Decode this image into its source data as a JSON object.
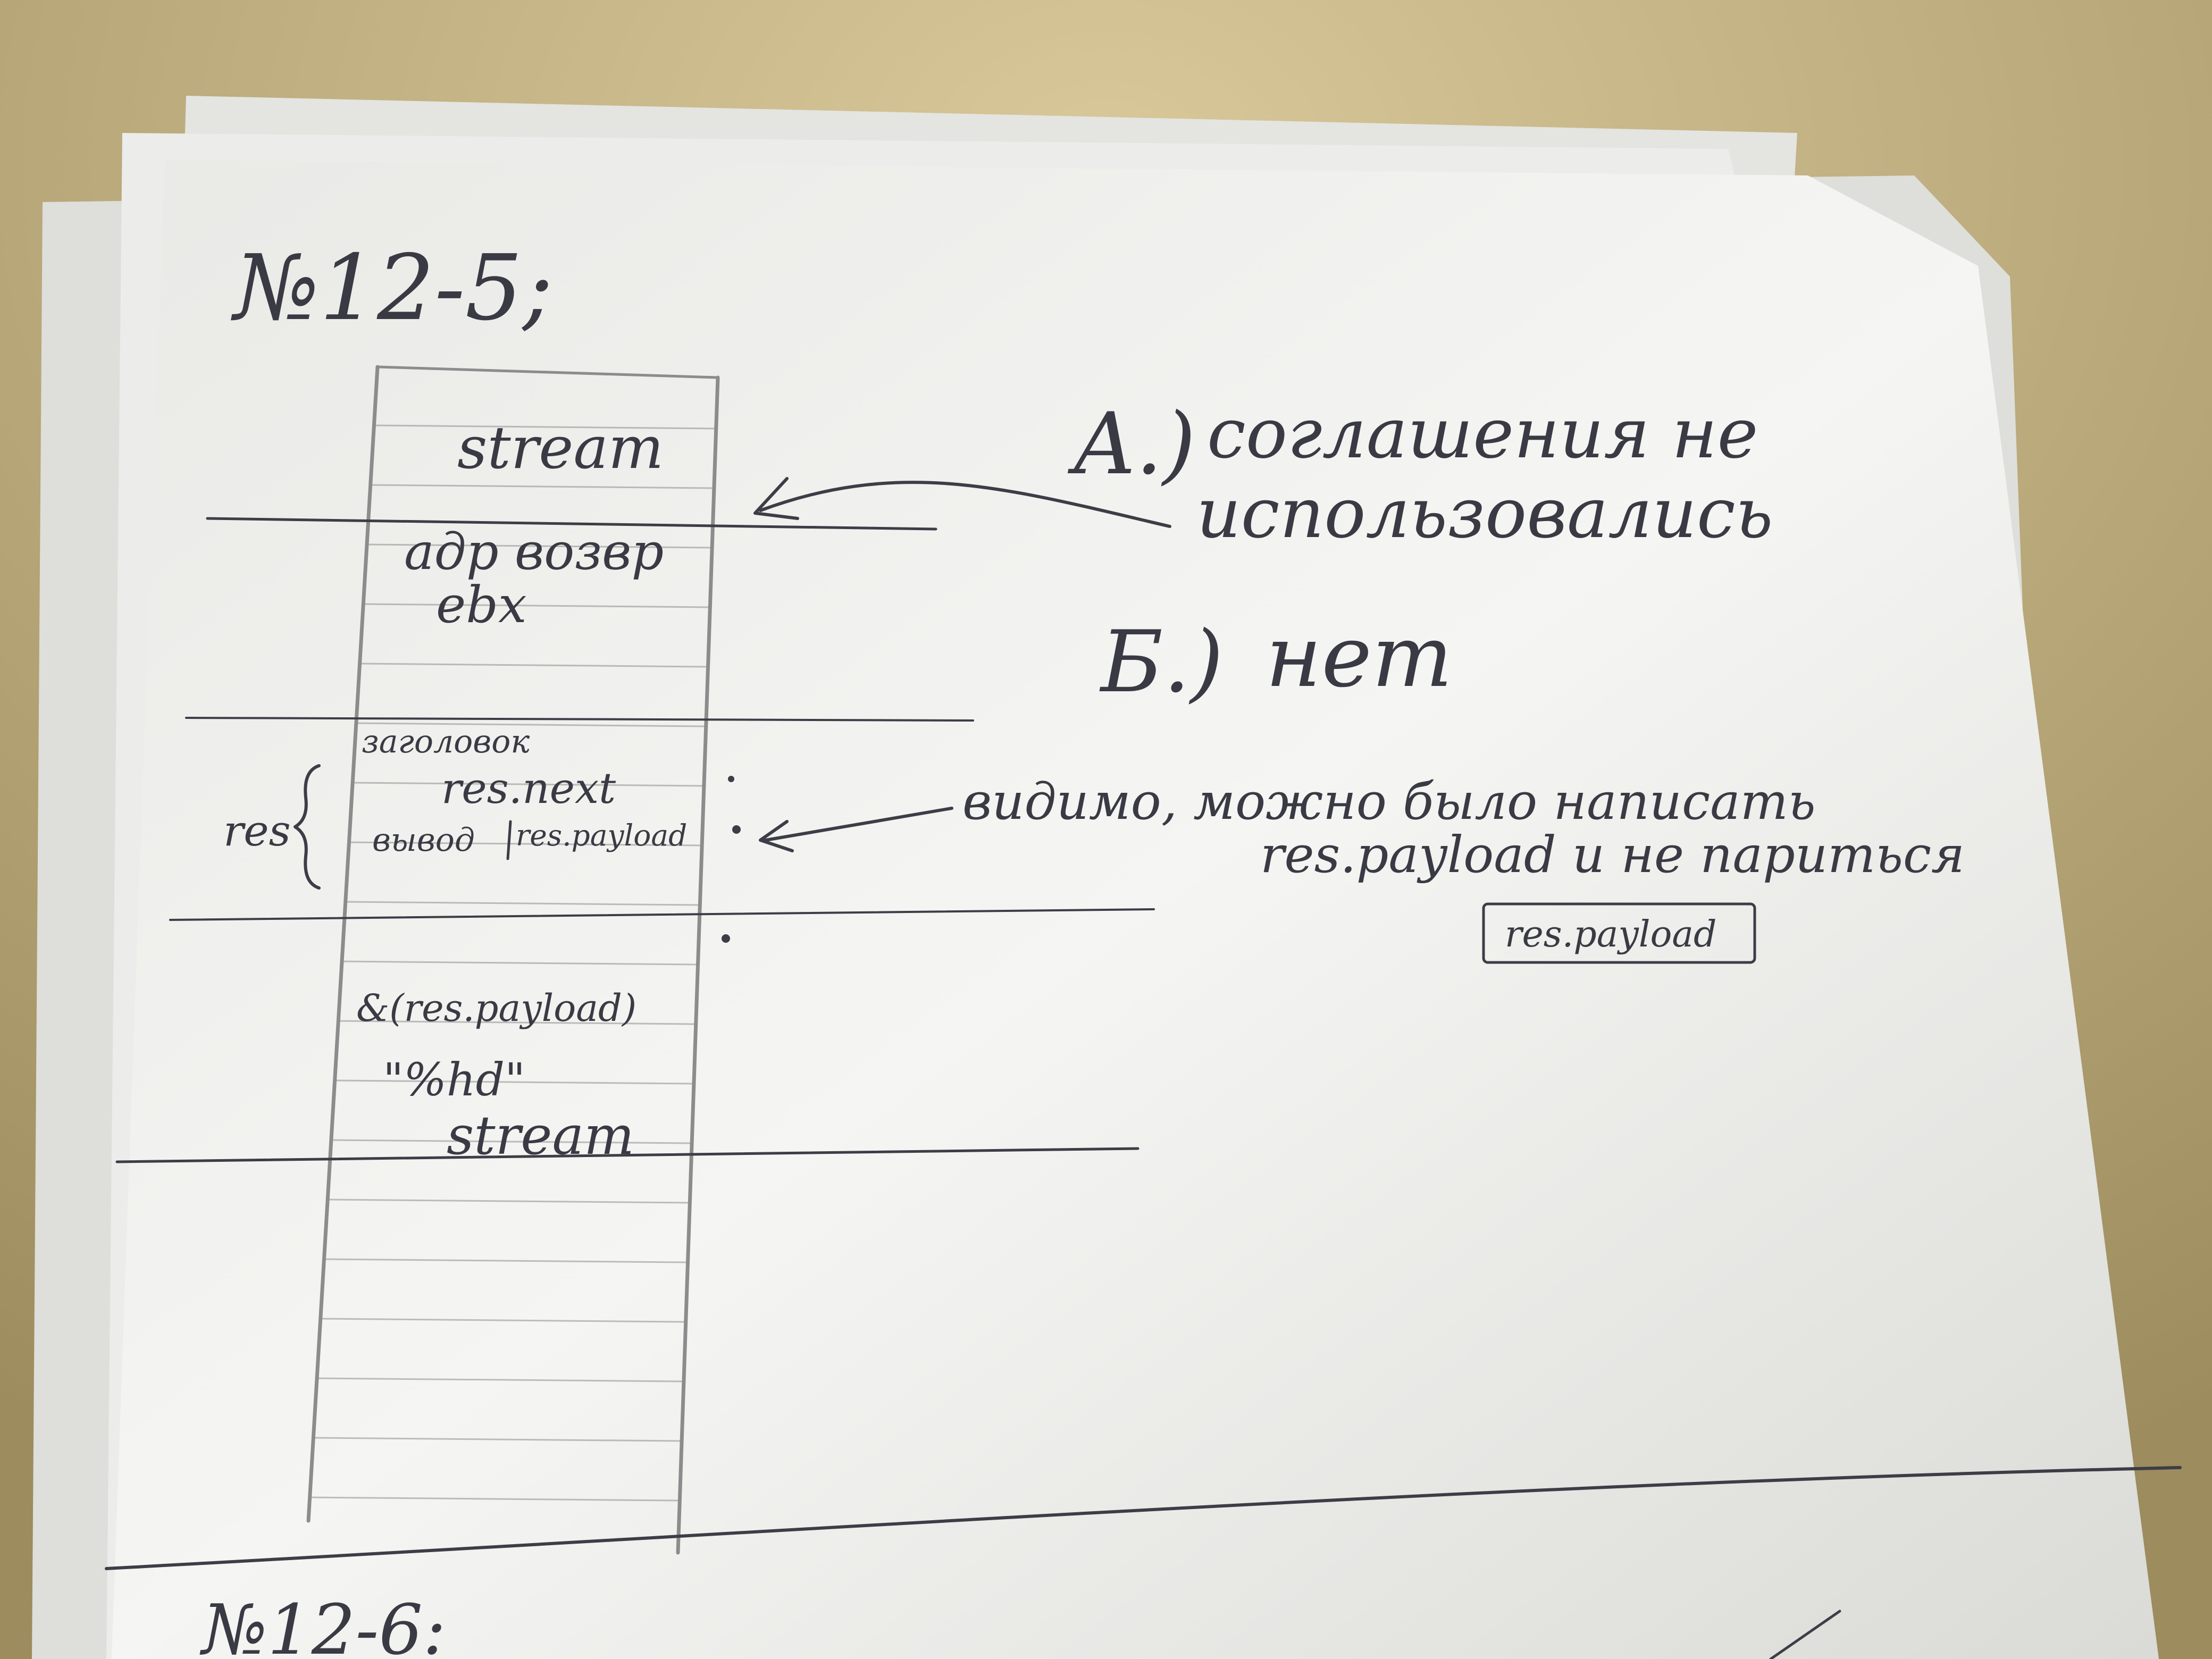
{
  "note": {
    "header": "№12-5;",
    "stack_cells": [
      {
        "text": "stream"
      },
      {
        "text": "адр возвр"
      },
      {
        "text": "ebx"
      },
      {
        "text": "заголовок"
      },
      {
        "text": "res.next"
      },
      {
        "text": "вывод"
      },
      {
        "text": "res.payload"
      },
      {
        "text": "&(res.payload)"
      },
      {
        "text": "\"%hd\""
      },
      {
        "text": "stream"
      }
    ],
    "brace_label": "res",
    "answers": [
      {
        "label": "A.)",
        "text": [
          "соглашения не",
          "использовались"
        ]
      },
      {
        "label": "Б.)",
        "text": [
          "нет"
        ]
      }
    ],
    "remark": [
      "видимо, можно было написать",
      "res.payload и не париться"
    ],
    "boxed": "res.payload",
    "bottom_text": "№12-6:"
  },
  "colors": {
    "desk": "#b9a878",
    "paper": "#f2f2f2",
    "ink": "#3d3d47",
    "pencil": "#8c8c8c"
  }
}
